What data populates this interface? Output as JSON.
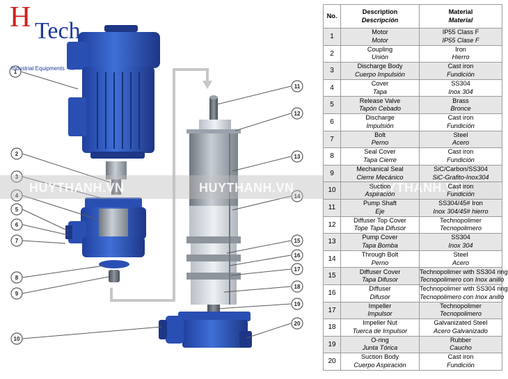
{
  "logo": {
    "letter_h": "H",
    "letter_tech": "Tech",
    "subtitle": "Industrial Equipments - ..."
  },
  "watermarks": [
    "HUYTHANH.VN",
    "HUYTHANH.VN",
    "HUYTHANH.VN"
  ],
  "colors": {
    "pump_blue": "#2a4fb3",
    "steel": "#9aa2ab",
    "logo_red": "#d21f1f",
    "logo_blue": "#1e3a9a",
    "row_shade": "#e6e6e6"
  },
  "callouts": [
    "1",
    "2",
    "3",
    "4",
    "5",
    "6",
    "7",
    "8",
    "9",
    "10",
    "11",
    "12",
    "13",
    "14",
    "15",
    "16",
    "17",
    "18",
    "19",
    "20"
  ],
  "table": {
    "headers": {
      "no": "No.",
      "desc_en": "Description",
      "desc_es": "Descripción",
      "mat_en": "Material",
      "mat_es": "Material"
    },
    "rows": [
      {
        "no": "1",
        "desc_en": "Motor",
        "desc_es": "Motor",
        "mat_en": "IP55 Class F",
        "mat_es": "IP55 Clase F"
      },
      {
        "no": "2",
        "desc_en": "Coupling",
        "desc_es": "Unión",
        "mat_en": "Iron",
        "mat_es": "Hierro"
      },
      {
        "no": "3",
        "desc_en": "Discharge Body",
        "desc_es": "Cuerpo Impulsión",
        "mat_en": "Cast iron",
        "mat_es": "Fundición"
      },
      {
        "no": "4",
        "desc_en": "Cover",
        "desc_es": "Tapa",
        "mat_en": "SS304",
        "mat_es": "Inox 304"
      },
      {
        "no": "5",
        "desc_en": "Release Valve",
        "desc_es": "Tapón Cebado",
        "mat_en": "Brass",
        "mat_es": "Bronce"
      },
      {
        "no": "6",
        "desc_en": "Discharge",
        "desc_es": "Impulsión",
        "mat_en": "Cast iron",
        "mat_es": "Fundición"
      },
      {
        "no": "7",
        "desc_en": "Bolt",
        "desc_es": "Perno",
        "mat_en": "Steel",
        "mat_es": "Acero"
      },
      {
        "no": "8",
        "desc_en": "Seal Cover",
        "desc_es": "Tapa Cierre",
        "mat_en": "Cast iron",
        "mat_es": "Fundición"
      },
      {
        "no": "9",
        "desc_en": "Mechanical Seal",
        "desc_es": "Cierre Mecánico",
        "mat_en": "SiC/Carbon/SS304",
        "mat_es": "SiC-Grafito-Inox304"
      },
      {
        "no": "10",
        "desc_en": "Suction",
        "desc_es": "Aspiración",
        "mat_en": "Cast iron",
        "mat_es": "Fundición"
      },
      {
        "no": "11",
        "desc_en": "Pump Shaft",
        "desc_es": "Eje",
        "mat_en": "SS304/45# Iron",
        "mat_es": "Inox 304/45# hierro"
      },
      {
        "no": "12",
        "desc_en": "Diffuser Top Cover",
        "desc_es": "Tope Tapa Difusor",
        "mat_en": "Technopolimer",
        "mat_es": "Tecnopolimero"
      },
      {
        "no": "13",
        "desc_en": "Pump Cover",
        "desc_es": "Tapa Bomba",
        "mat_en": "SS304",
        "mat_es": "Inox 304"
      },
      {
        "no": "14",
        "desc_en": "Through Bolt",
        "desc_es": "Perno",
        "mat_en": "Steel",
        "mat_es": "Acero"
      },
      {
        "no": "15",
        "desc_en": "Diffuser Cover",
        "desc_es": "Tapa Difusor",
        "mat_en": "Technopolimer with SS304 ring",
        "mat_es": "Tecnopolimero con Inox anillo"
      },
      {
        "no": "16",
        "desc_en": "Diffuser",
        "desc_es": "Difusor",
        "mat_en": "Technopolimer with SS304 ring",
        "mat_es": "Tecnopolimero con Inox anillo"
      },
      {
        "no": "17",
        "desc_en": "Impeller",
        "desc_es": "Impulsor",
        "mat_en": "Technopolimer",
        "mat_es": "Tecnopolimero"
      },
      {
        "no": "18",
        "desc_en": "Impeller Nut",
        "desc_es": "Tuerca de Impulsor",
        "mat_en": "Galvanizated Steel",
        "mat_es": "Acero Galvanizado"
      },
      {
        "no": "19",
        "desc_en": "O-ring",
        "desc_es": "Junta Tórica",
        "mat_en": "Rubber",
        "mat_es": "Caucho"
      },
      {
        "no": "20",
        "desc_en": "Suction Body",
        "desc_es": "Cuerpo Aspiración",
        "mat_en": "Cast iron",
        "mat_es": "Fundición"
      }
    ]
  }
}
